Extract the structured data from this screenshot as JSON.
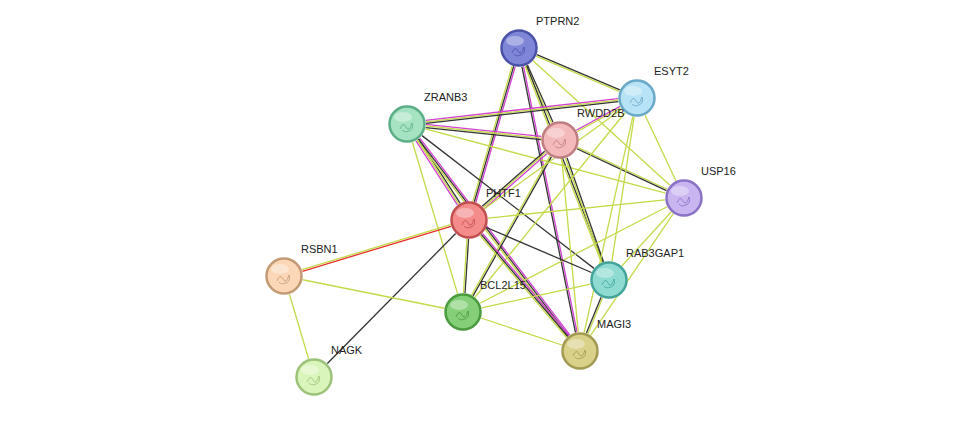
{
  "diagram": {
    "nodes": [
      {
        "text": [
          "PTPRN2"
        ]
      },
      {
        "text": [
          "ESYT2"
        ]
      },
      {
        "text": [
          "ZRANB3"
        ]
      },
      {
        "text": [
          "RWDD2B"
        ]
      },
      {
        "text": [
          "USP16"
        ]
      },
      {
        "text": [
          "PHTF1"
        ]
      },
      {
        "text": [
          "RSBN1"
        ]
      },
      {
        "text": [
          "RAB3GAP1"
        ]
      },
      {
        "text": [
          "BCL2L15"
        ]
      },
      {
        "text": [
          "MAGI3"
        ]
      },
      {
        "text": [
          "NAGK"
        ]
      }
    ],
    "edges": [
      {
        "from": 0,
        "to": 1,
        "arrow": "none"
      },
      {
        "from": 0,
        "to": 3,
        "arrow": "none"
      },
      {
        "from": 0,
        "to": 5,
        "arrow": "none"
      },
      {
        "from": 0,
        "to": 9,
        "arrow": "none"
      },
      {
        "from": 0,
        "to": 7,
        "arrow": "none"
      },
      {
        "from": 0,
        "to": 4,
        "arrow": "none"
      },
      {
        "from": 2,
        "to": 1,
        "arrow": "none"
      },
      {
        "from": 2,
        "to": 3,
        "arrow": "none"
      },
      {
        "from": 2,
        "to": 5,
        "arrow": "none"
      },
      {
        "from": 2,
        "to": 9,
        "arrow": "none"
      },
      {
        "from": 2,
        "to": 8,
        "arrow": "none"
      },
      {
        "from": 2,
        "to": 4,
        "arrow": "none"
      },
      {
        "from": 2,
        "to": 7,
        "arrow": "none"
      },
      {
        "from": 3,
        "to": 1,
        "arrow": "none"
      },
      {
        "from": 3,
        "to": 5,
        "arrow": "none"
      },
      {
        "from": 3,
        "to": 4,
        "arrow": "none"
      },
      {
        "from": 3,
        "to": 7,
        "arrow": "none"
      },
      {
        "from": 3,
        "to": 8,
        "arrow": "none"
      },
      {
        "from": 3,
        "to": 9,
        "arrow": "none"
      },
      {
        "from": 1,
        "to": 4,
        "arrow": "none"
      },
      {
        "from": 1,
        "to": 5,
        "arrow": "none"
      },
      {
        "from": 1,
        "to": 7,
        "arrow": "none"
      },
      {
        "from": 1,
        "to": 8,
        "arrow": "none"
      },
      {
        "from": 1,
        "to": 9,
        "arrow": "none"
      },
      {
        "from": 4,
        "to": 5,
        "arrow": "none"
      },
      {
        "from": 4,
        "to": 7,
        "arrow": "none"
      },
      {
        "from": 4,
        "to": 8,
        "arrow": "none"
      },
      {
        "from": 4,
        "to": 9,
        "arrow": "none"
      },
      {
        "from": 5,
        "to": 6,
        "arrow": "none"
      },
      {
        "from": 5,
        "to": 8,
        "arrow": "none"
      },
      {
        "from": 5,
        "to": 7,
        "arrow": "none"
      },
      {
        "from": 5,
        "to": 9,
        "arrow": "none"
      },
      {
        "from": 5,
        "to": 10,
        "arrow": "none"
      },
      {
        "from": 6,
        "to": 8,
        "arrow": "none"
      },
      {
        "from": 6,
        "to": 10,
        "arrow": "none"
      },
      {
        "from": 8,
        "to": 7,
        "arrow": "none"
      },
      {
        "from": 8,
        "to": 9,
        "arrow": "none"
      },
      {
        "from": 7,
        "to": 9,
        "arrow": "none"
      }
    ]
  }
}
